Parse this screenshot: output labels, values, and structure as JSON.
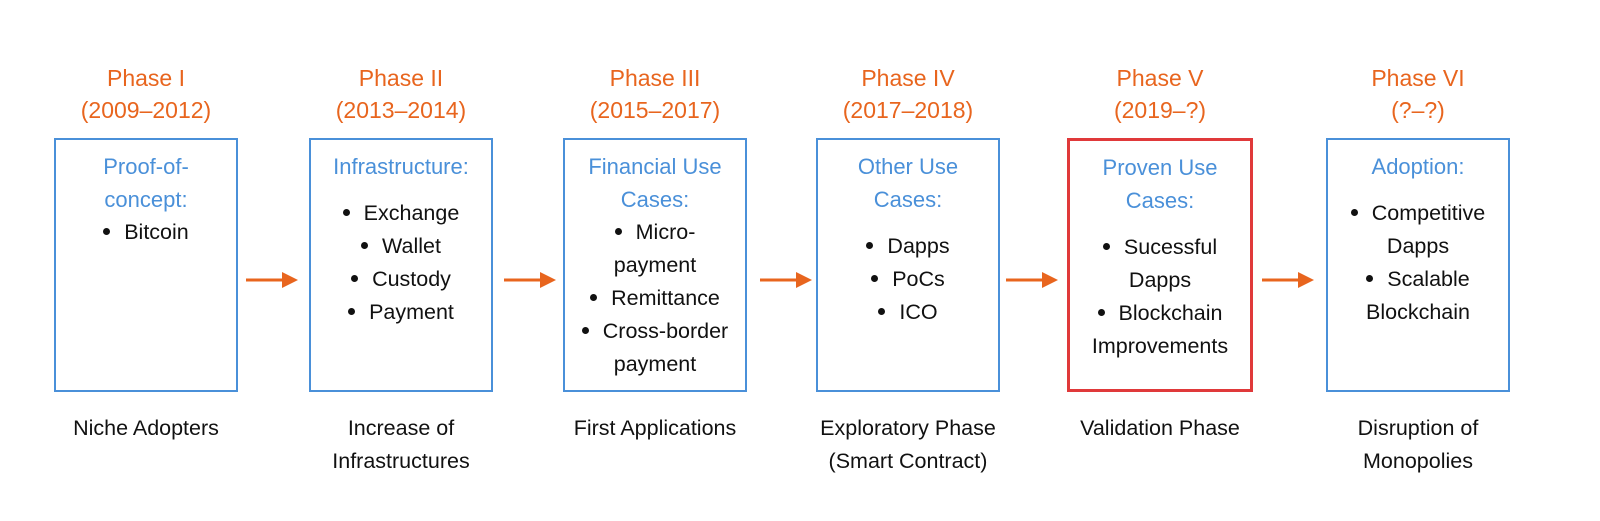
{
  "colors": {
    "phase_heading": "#e8651e",
    "box_border": "#4a90d9",
    "box_title": "#4a90d9",
    "highlight_border": "#e0393a",
    "arrow": "#e8651e",
    "body_text": "#111111"
  },
  "phases": [
    {
      "name": "Phase I",
      "years": "(2009–2012)",
      "title_lines": [
        "Proof-of-",
        "concept:"
      ],
      "items": [
        [
          "Bitcoin"
        ]
      ],
      "caption_lines": [
        "Niche Adopters"
      ]
    },
    {
      "name": "Phase II",
      "years": "(2013–2014)",
      "title_lines": [
        "Infrastructure:"
      ],
      "items": [
        [
          "Exchange"
        ],
        [
          "Wallet"
        ],
        [
          "Custody"
        ],
        [
          "Payment"
        ]
      ],
      "caption_lines": [
        "Increase of",
        "Infrastructures"
      ]
    },
    {
      "name": "Phase III",
      "years": "(2015–2017)",
      "title_lines": [
        "Financial Use",
        "Cases:"
      ],
      "items": [
        [
          "Micro-",
          "payment"
        ],
        [
          "Remittance"
        ],
        [
          "Cross-border",
          "payment"
        ]
      ],
      "caption_lines": [
        "First Applications"
      ]
    },
    {
      "name": "Phase IV",
      "years": "(2017–2018)",
      "title_lines": [
        "Other Use",
        "Cases:"
      ],
      "items": [
        [
          "Dapps"
        ],
        [
          "PoCs"
        ],
        [
          "ICO"
        ]
      ],
      "caption_lines": [
        "Exploratory Phase",
        "(Smart Contract)"
      ]
    },
    {
      "name": "Phase V",
      "years": "(2019–?)",
      "title_lines": [
        "Proven Use",
        "Cases:"
      ],
      "items": [
        [
          "Sucessful",
          "Dapps"
        ],
        [
          "Blockchain",
          "Improvements"
        ]
      ],
      "caption_lines": [
        "Validation Phase"
      ],
      "highlight": true
    },
    {
      "name": "Phase VI",
      "years": "(?–?)",
      "title_lines": [
        "Adoption:"
      ],
      "items": [
        [
          "Competitive",
          "Dapps"
        ],
        [
          "Scalable",
          "Blockchain"
        ]
      ],
      "caption_lines": [
        "Disruption of",
        "Monopolies"
      ]
    }
  ]
}
